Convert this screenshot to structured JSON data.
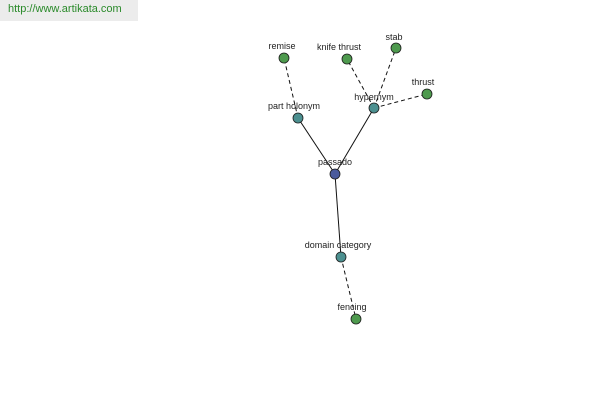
{
  "header": {
    "url": "http://www.artikata.com"
  },
  "graph": {
    "colors": {
      "center": "#4a5a9c",
      "relation": "#4c9090",
      "term": "#4e9a4e"
    },
    "nodes": [
      {
        "id": "passado",
        "label": "passado",
        "kind": "center"
      },
      {
        "id": "part_holonym",
        "label": "part holonym",
        "kind": "relation"
      },
      {
        "id": "hypernym",
        "label": "hypernym",
        "kind": "relation"
      },
      {
        "id": "domain_category",
        "label": "domain category",
        "kind": "relation"
      },
      {
        "id": "remise",
        "label": "remise",
        "kind": "term"
      },
      {
        "id": "knife_thrust",
        "label": "knife thrust",
        "kind": "term"
      },
      {
        "id": "stab",
        "label": "stab",
        "kind": "term"
      },
      {
        "id": "thrust",
        "label": "thrust",
        "kind": "term"
      },
      {
        "id": "fencing",
        "label": "fencing",
        "kind": "term"
      }
    ],
    "edges": [
      {
        "from": "passado",
        "to": "part_holonym",
        "style": "solid"
      },
      {
        "from": "passado",
        "to": "hypernym",
        "style": "solid"
      },
      {
        "from": "passado",
        "to": "domain_category",
        "style": "solid"
      },
      {
        "from": "part_holonym",
        "to": "remise",
        "style": "dashed"
      },
      {
        "from": "hypernym",
        "to": "knife_thrust",
        "style": "dashed"
      },
      {
        "from": "hypernym",
        "to": "stab",
        "style": "dashed"
      },
      {
        "from": "hypernym",
        "to": "thrust",
        "style": "dashed"
      },
      {
        "from": "domain_category",
        "to": "fencing",
        "style": "dashed"
      }
    ]
  }
}
